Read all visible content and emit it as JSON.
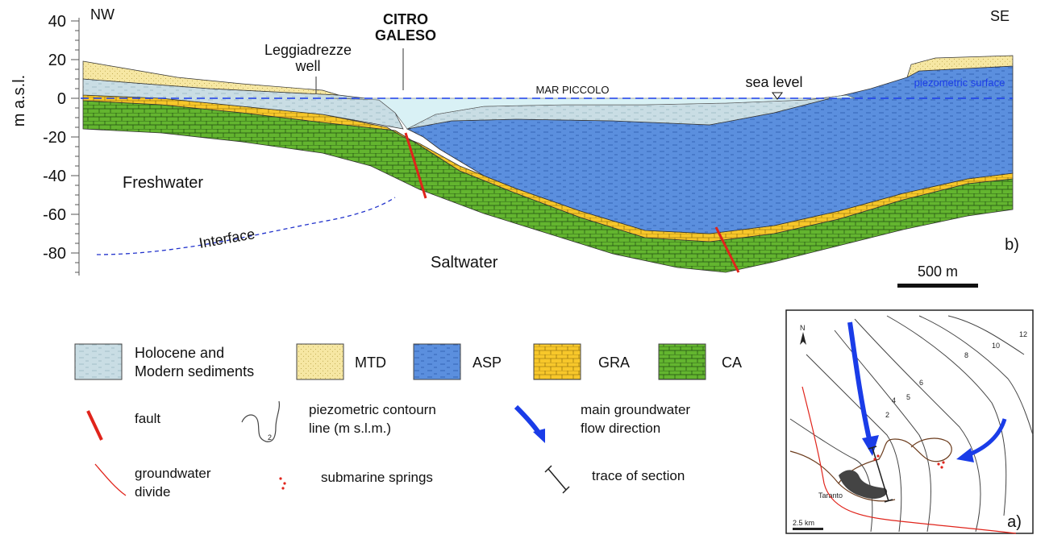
{
  "section": {
    "y_axis_label": "m a.s.l.",
    "y_ticks": [
      "40",
      "20",
      "0",
      "-20",
      "-40",
      "-60",
      "-80"
    ],
    "nw": "NW",
    "se": "SE",
    "citro1": "CITRO",
    "citro2": "GALESO",
    "well1": "Leggiadrezze",
    "well2": "well",
    "mar_piccolo": "MAR  PICCOLO",
    "sea_level": "sea level",
    "piezometric_surface": "piezometric surface",
    "freshwater": "Freshwater",
    "saltwater": "Saltwater",
    "interface": "Interface",
    "panel_label": "b)",
    "scale_label": "500 m"
  },
  "legend": {
    "holocene1": "Holocene and",
    "holocene2": "Modern sediments",
    "mtd": "MTD",
    "asp": "ASP",
    "gra": "GRA",
    "ca": "CA",
    "fault": "fault",
    "piezo1": "piezometric contourn",
    "piezo2": "line (m s.l.m.)",
    "piezo_sample": "2",
    "flow1": "main groundwater",
    "flow2": "flow direction",
    "divide1": "groundwater",
    "divide2": "divide",
    "springs": "submarine springs",
    "trace": "trace of section"
  },
  "map": {
    "north": "N",
    "taranto": "Taranto",
    "scale": "2.5 km",
    "panel_label": "a)",
    "contours": [
      "12",
      "10",
      "8",
      "6",
      "5",
      "4",
      "2"
    ]
  },
  "colors": {
    "holocene": "#c9dde4",
    "mtd": "#f6e7a3",
    "asp": "#5b8fde",
    "gra": "#f7c72a",
    "ca": "#63b52f",
    "sea": "#d9f1f5",
    "fault": "#e0241b",
    "flow_arrow": "#1a3ce8",
    "interface": "#2233cc"
  }
}
